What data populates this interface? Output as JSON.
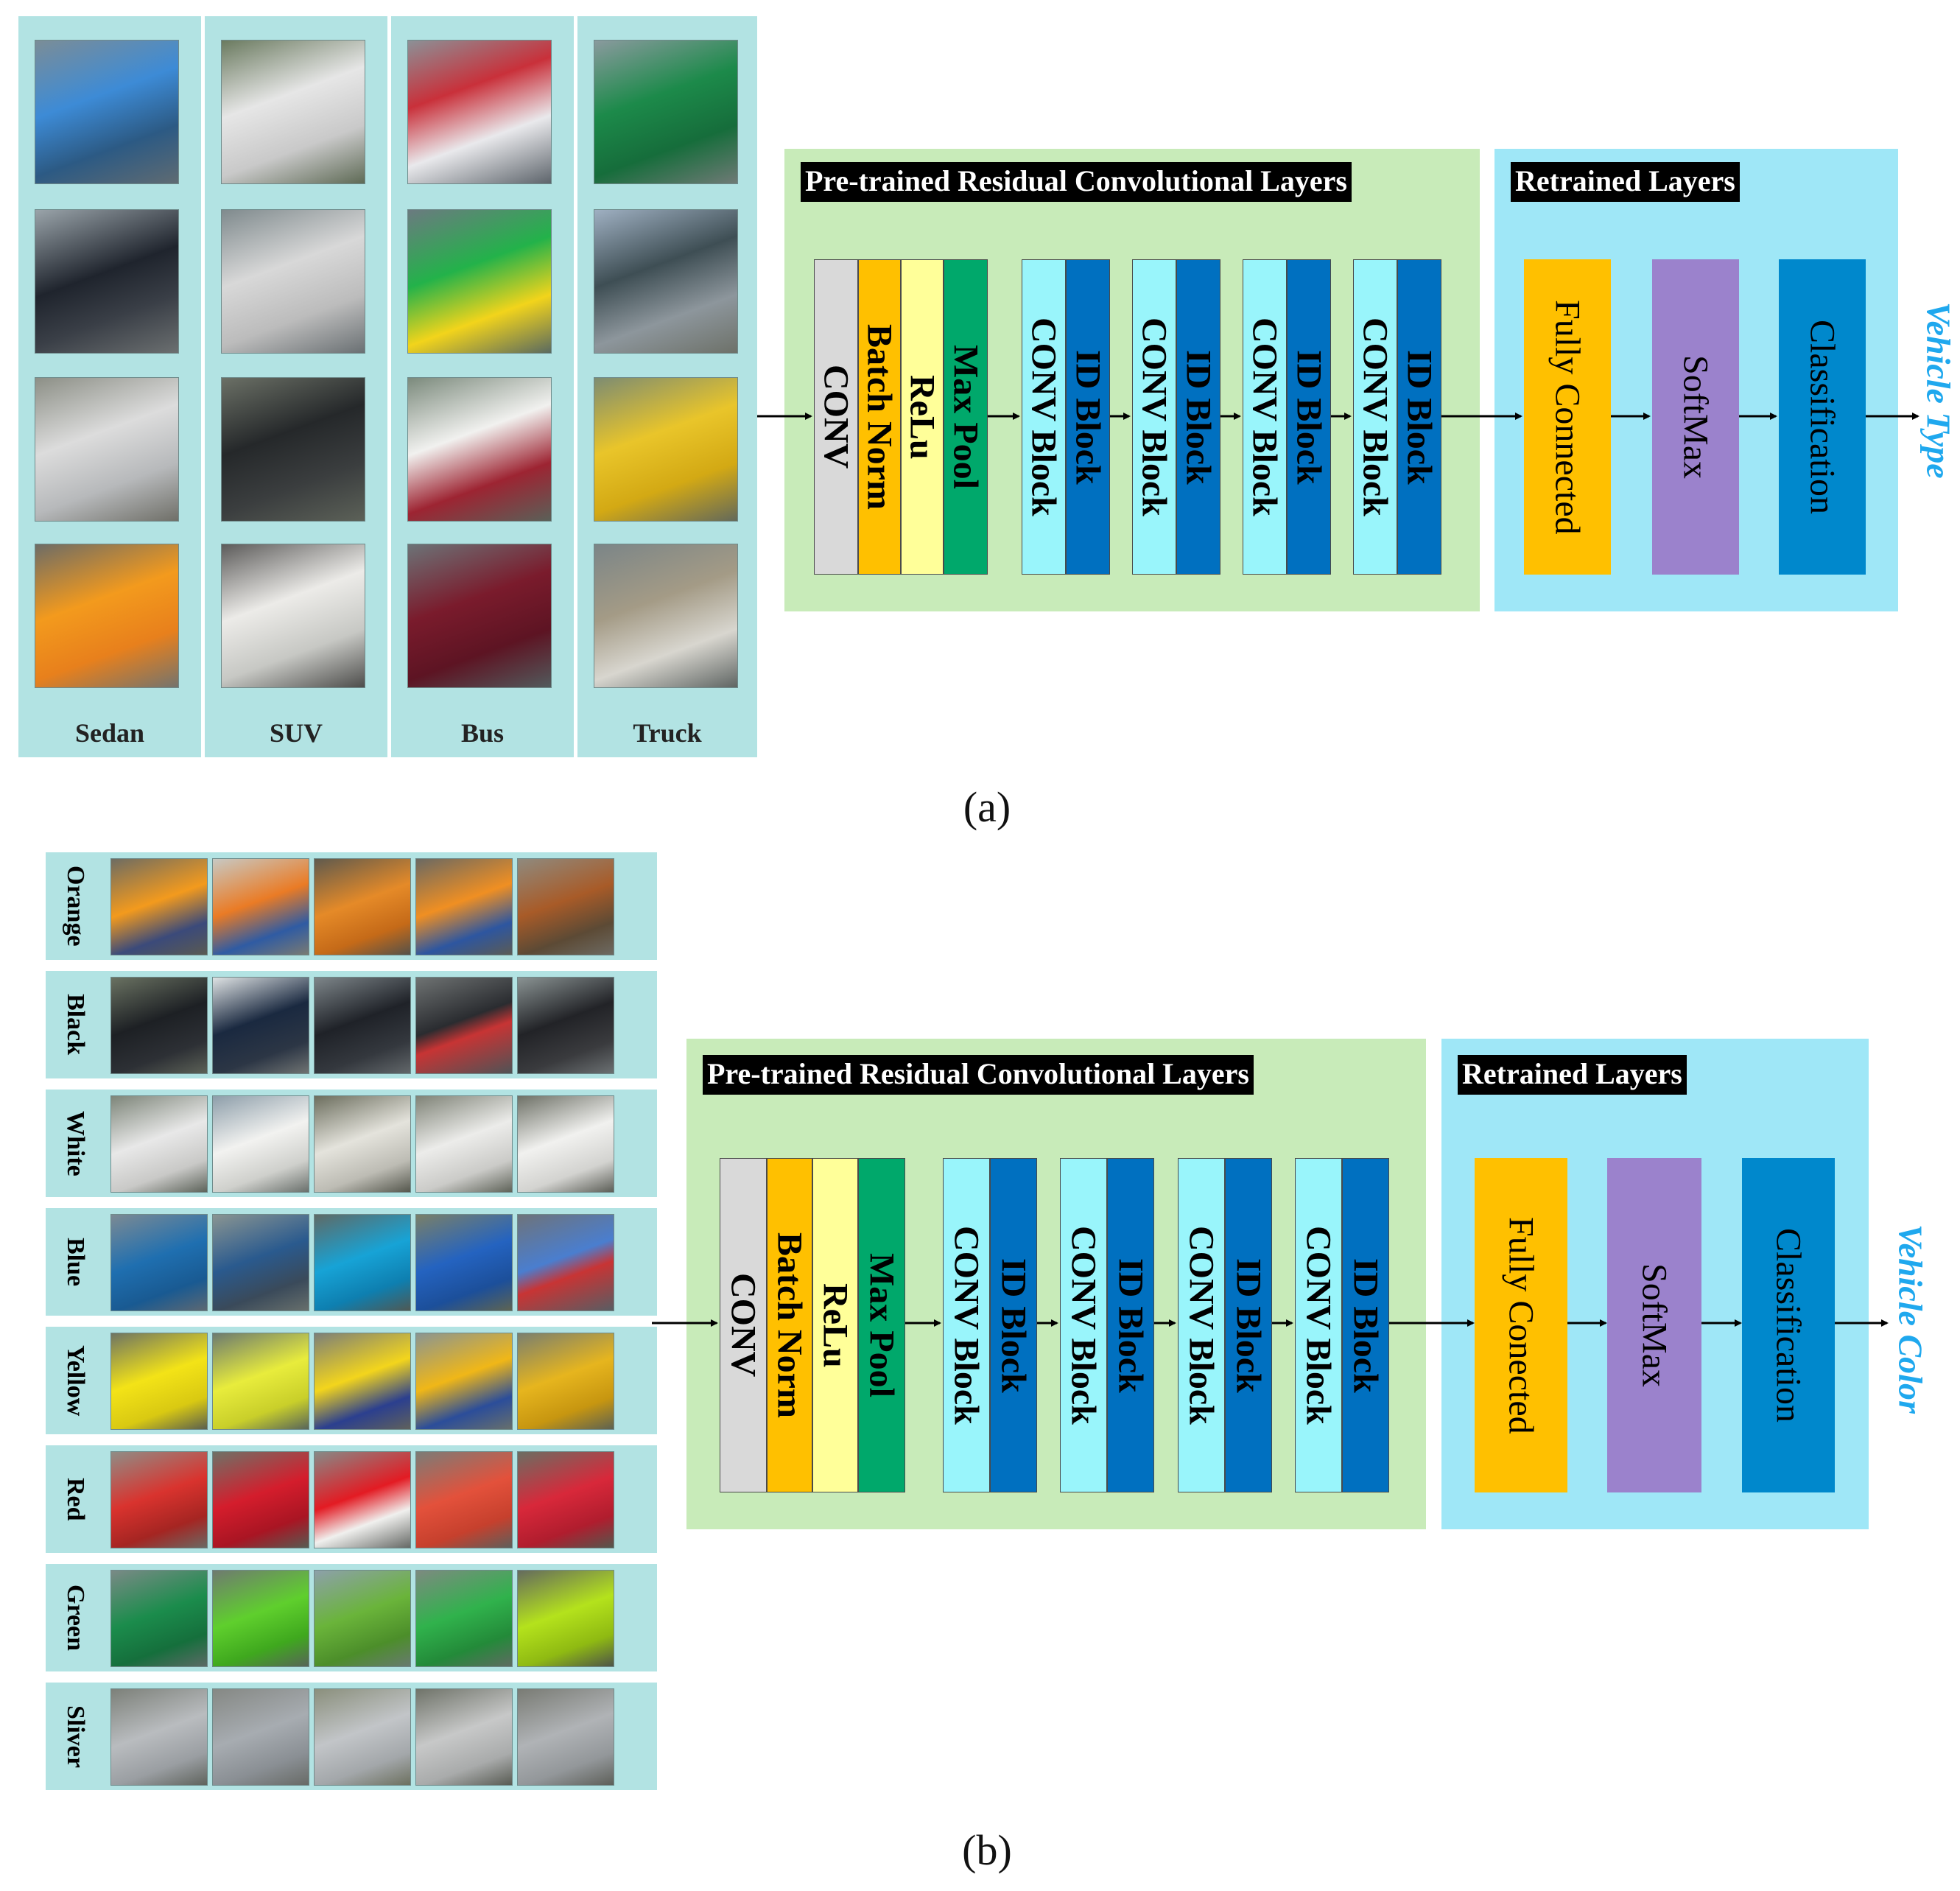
{
  "panel_a": {
    "caption": "(a)",
    "categories": [
      "Sedan",
      "SUV",
      "Bus",
      "Truck"
    ],
    "pretrained_title": "Pre-trained Residual Convolutional Layers",
    "retrained_title": "Retrained Layers",
    "stem_layers": [
      "CONV",
      "Batch Norm",
      "ReLu",
      "Max Pool"
    ],
    "block_labels": {
      "conv": "CONV Block",
      "id": "ID Block"
    },
    "head_layers": [
      "Fully Connected",
      "SoftMax",
      "Classification"
    ],
    "output": "Vehicle Type"
  },
  "panel_b": {
    "caption": "(b)",
    "colors": [
      "Orange",
      "Black",
      "White",
      "Blue",
      "Yellow",
      "Red",
      "Green",
      "Sliver"
    ],
    "pretrained_title": "Pre-trained Residual Convolutional Layers",
    "retrained_title": "Retrained Layers",
    "stem_layers": [
      "CONV",
      "Batch Norm",
      "ReLu",
      "Max Pool"
    ],
    "block_labels": {
      "conv": "CONV Block",
      "id": "ID Block"
    },
    "head_layers": [
      "Fully Conected",
      "SoftMax",
      "Classification"
    ],
    "output": "Vehicle Color"
  },
  "colors": {
    "strip_bg": "#b2e3e3",
    "pretrained_bg": "#c8ebb9",
    "retrained_bg": "#9fe7f7",
    "conv_gray": "#d9d9d9",
    "batchnorm_orange": "#ffc000",
    "relu_yellow": "#ffff99",
    "maxpool_green": "#00a86b",
    "convblock_cyan": "#99f5fb",
    "idblock_blue": "#0070c0",
    "fc_orange": "#ffc000",
    "softmax_purple": "#9b82cc",
    "classification_blue": "#0088cc",
    "output_text": "#1fa8ee"
  }
}
